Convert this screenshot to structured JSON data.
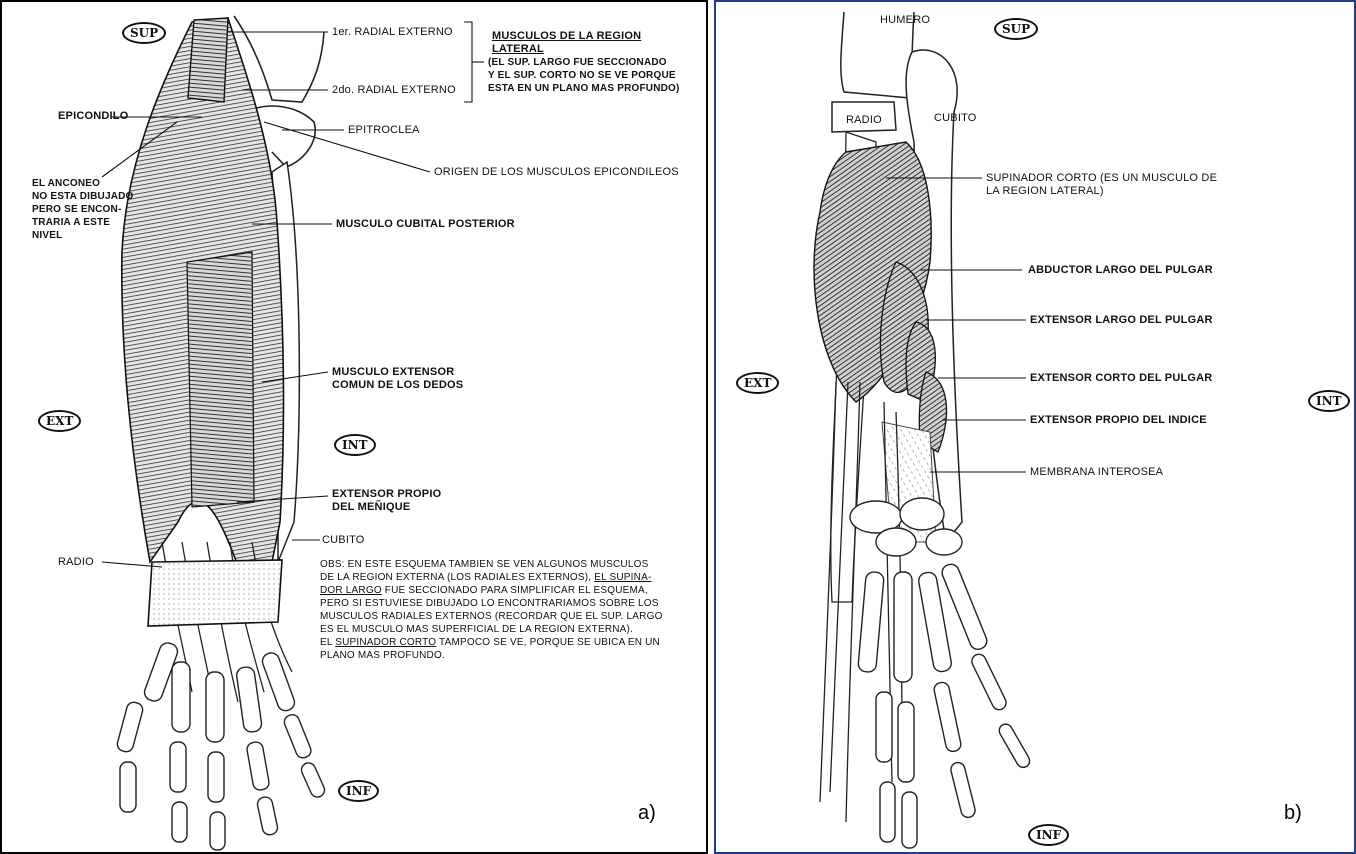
{
  "panel_a": {
    "orientation": {
      "sup": "SUP",
      "ext": "EXT",
      "int": "INT",
      "inf": "INF"
    },
    "labels": {
      "radial_1": "1er. RADIAL EXTERNO",
      "radial_2": "2do. RADIAL EXTERNO",
      "region_lateral_title": "MUSCULOS DE LA REGION LATERAL",
      "region_lateral_note": "(EL SUP. LARGO FUE SECCIONADO\nY EL SUP. CORTO NO SE VE PORQUE\nESTA EN UN PLANO MAS PROFUNDO)",
      "epicondilo": "EPICONDILO",
      "epitroclea": "EPITROCLEA",
      "ancoreo": "EL ANCONEO\nNO ESTA DIBUJADO\nPERO SE ENCON-\nTRARIA A ESTE\nNIVEL",
      "origen": "ORIGEN DE LOS MUSCULOS EPICONDILEOS",
      "cubital_posterior": "MUSCULO CUBITAL POSTERIOR",
      "extensor_comun": "MUSCULO EXTENSOR\nCOMUN DE LOS DEDOS",
      "extensor_menique": "EXTENSOR PROPIO\nDEL MEÑIQUE",
      "cubito": "CUBITO",
      "radio": "RADIO",
      "obs_1": "OBS: EN ESTE ESQUEMA  TAMBIEN SE VEN ALGUNOS MUSCULOS\nDE LA REGION EXTERNA (LOS RADIALES EXTERNOS), ",
      "obs_supinador_largo": "EL SUPINA-\nDOR LARGO",
      "obs_2": " FUE SECCIONADO PARA SIMPLIFICAR EL ESQUEMA,\nPERO SI ESTUVIESE DIBUJADO LO ENCONTRARIAMOS SOBRE LOS\nMUSCULOS RADIALES EXTERNOS (RECORDAR QUE EL SUP. LARGO\nES EL MUSCULO MAS SUPERFICIAL DE LA REGION EXTERNA).\nEL ",
      "obs_supinador_corto": "SUPINADOR CORTO",
      "obs_3": " TAMPOCO SE VE, PORQUE SE UBICA EN UN\nPLANO MAS PROFUNDO."
    },
    "caption": "a)"
  },
  "panel_b": {
    "orientation": {
      "sup": "SUP",
      "ext": "EXT",
      "int": "INT",
      "inf": "INF"
    },
    "labels": {
      "humero": "HUMERO",
      "radio": "RADIO",
      "cubito": "CUBITO",
      "supinador_corto": "SUPINADOR CORTO  (ES UN MUSCULO DE\nLA REGION LATERAL)",
      "abductor_largo": "ABDUCTOR LARGO DEL PULGAR",
      "extensor_largo": "EXTENSOR LARGO DEL PULGAR",
      "extensor_corto": "EXTENSOR CORTO DEL PULGAR",
      "extensor_indice": "EXTENSOR PROPIO DEL INDICE",
      "membrana": "MEMBRANA INTEROSEA"
    },
    "caption": "b)"
  },
  "colors": {
    "ink": "#111111",
    "muscle": "#3a3a3a",
    "bone": "#ffffff",
    "panel_b_border": "#1f3b8a"
  }
}
